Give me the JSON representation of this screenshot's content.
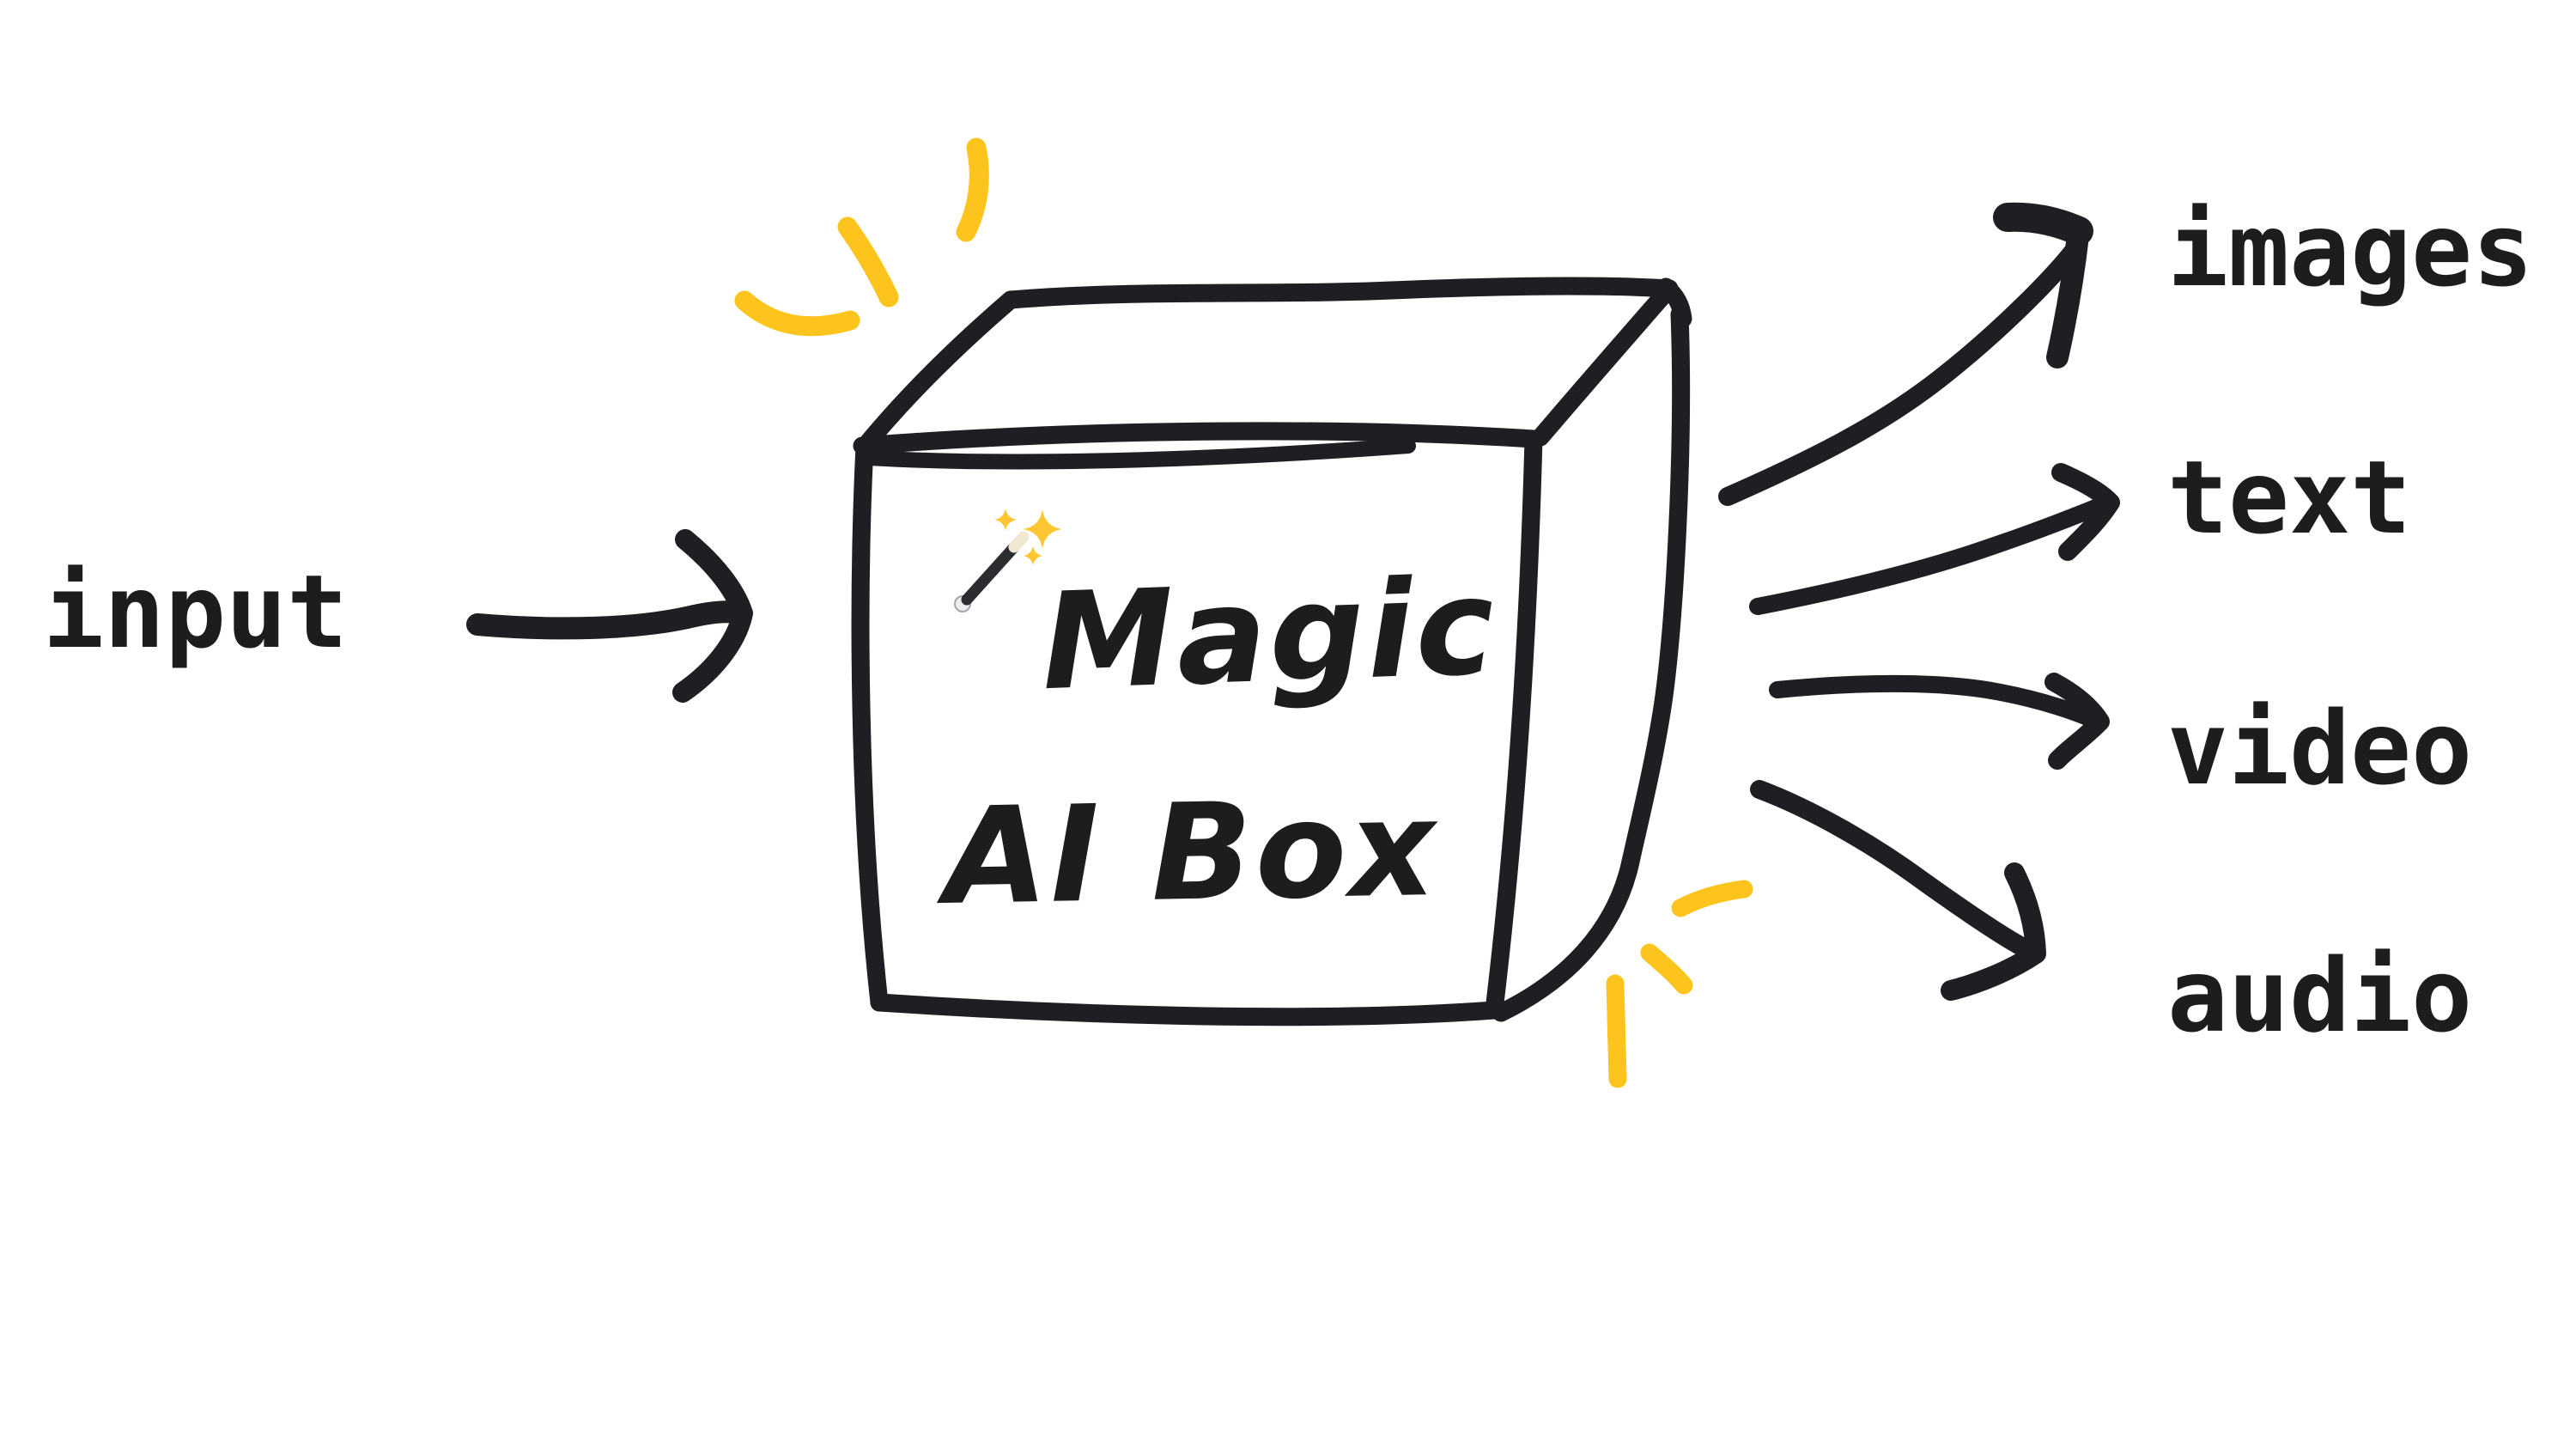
{
  "diagram": {
    "background_color": "#ffffff",
    "ink_color": "#1f1f23",
    "accent_yellow": "#fcc41d",
    "input": {
      "label": "input"
    },
    "box": {
      "title_line1": "Magic",
      "title_line2": "AI Box",
      "icon": "magic-wand-icon",
      "decorations": [
        "sparkle-burst-top-left",
        "sparkle-burst-bottom-right"
      ]
    },
    "outputs": [
      {
        "label": "images"
      },
      {
        "label": "text"
      },
      {
        "label": "video"
      },
      {
        "label": "audio"
      }
    ]
  }
}
